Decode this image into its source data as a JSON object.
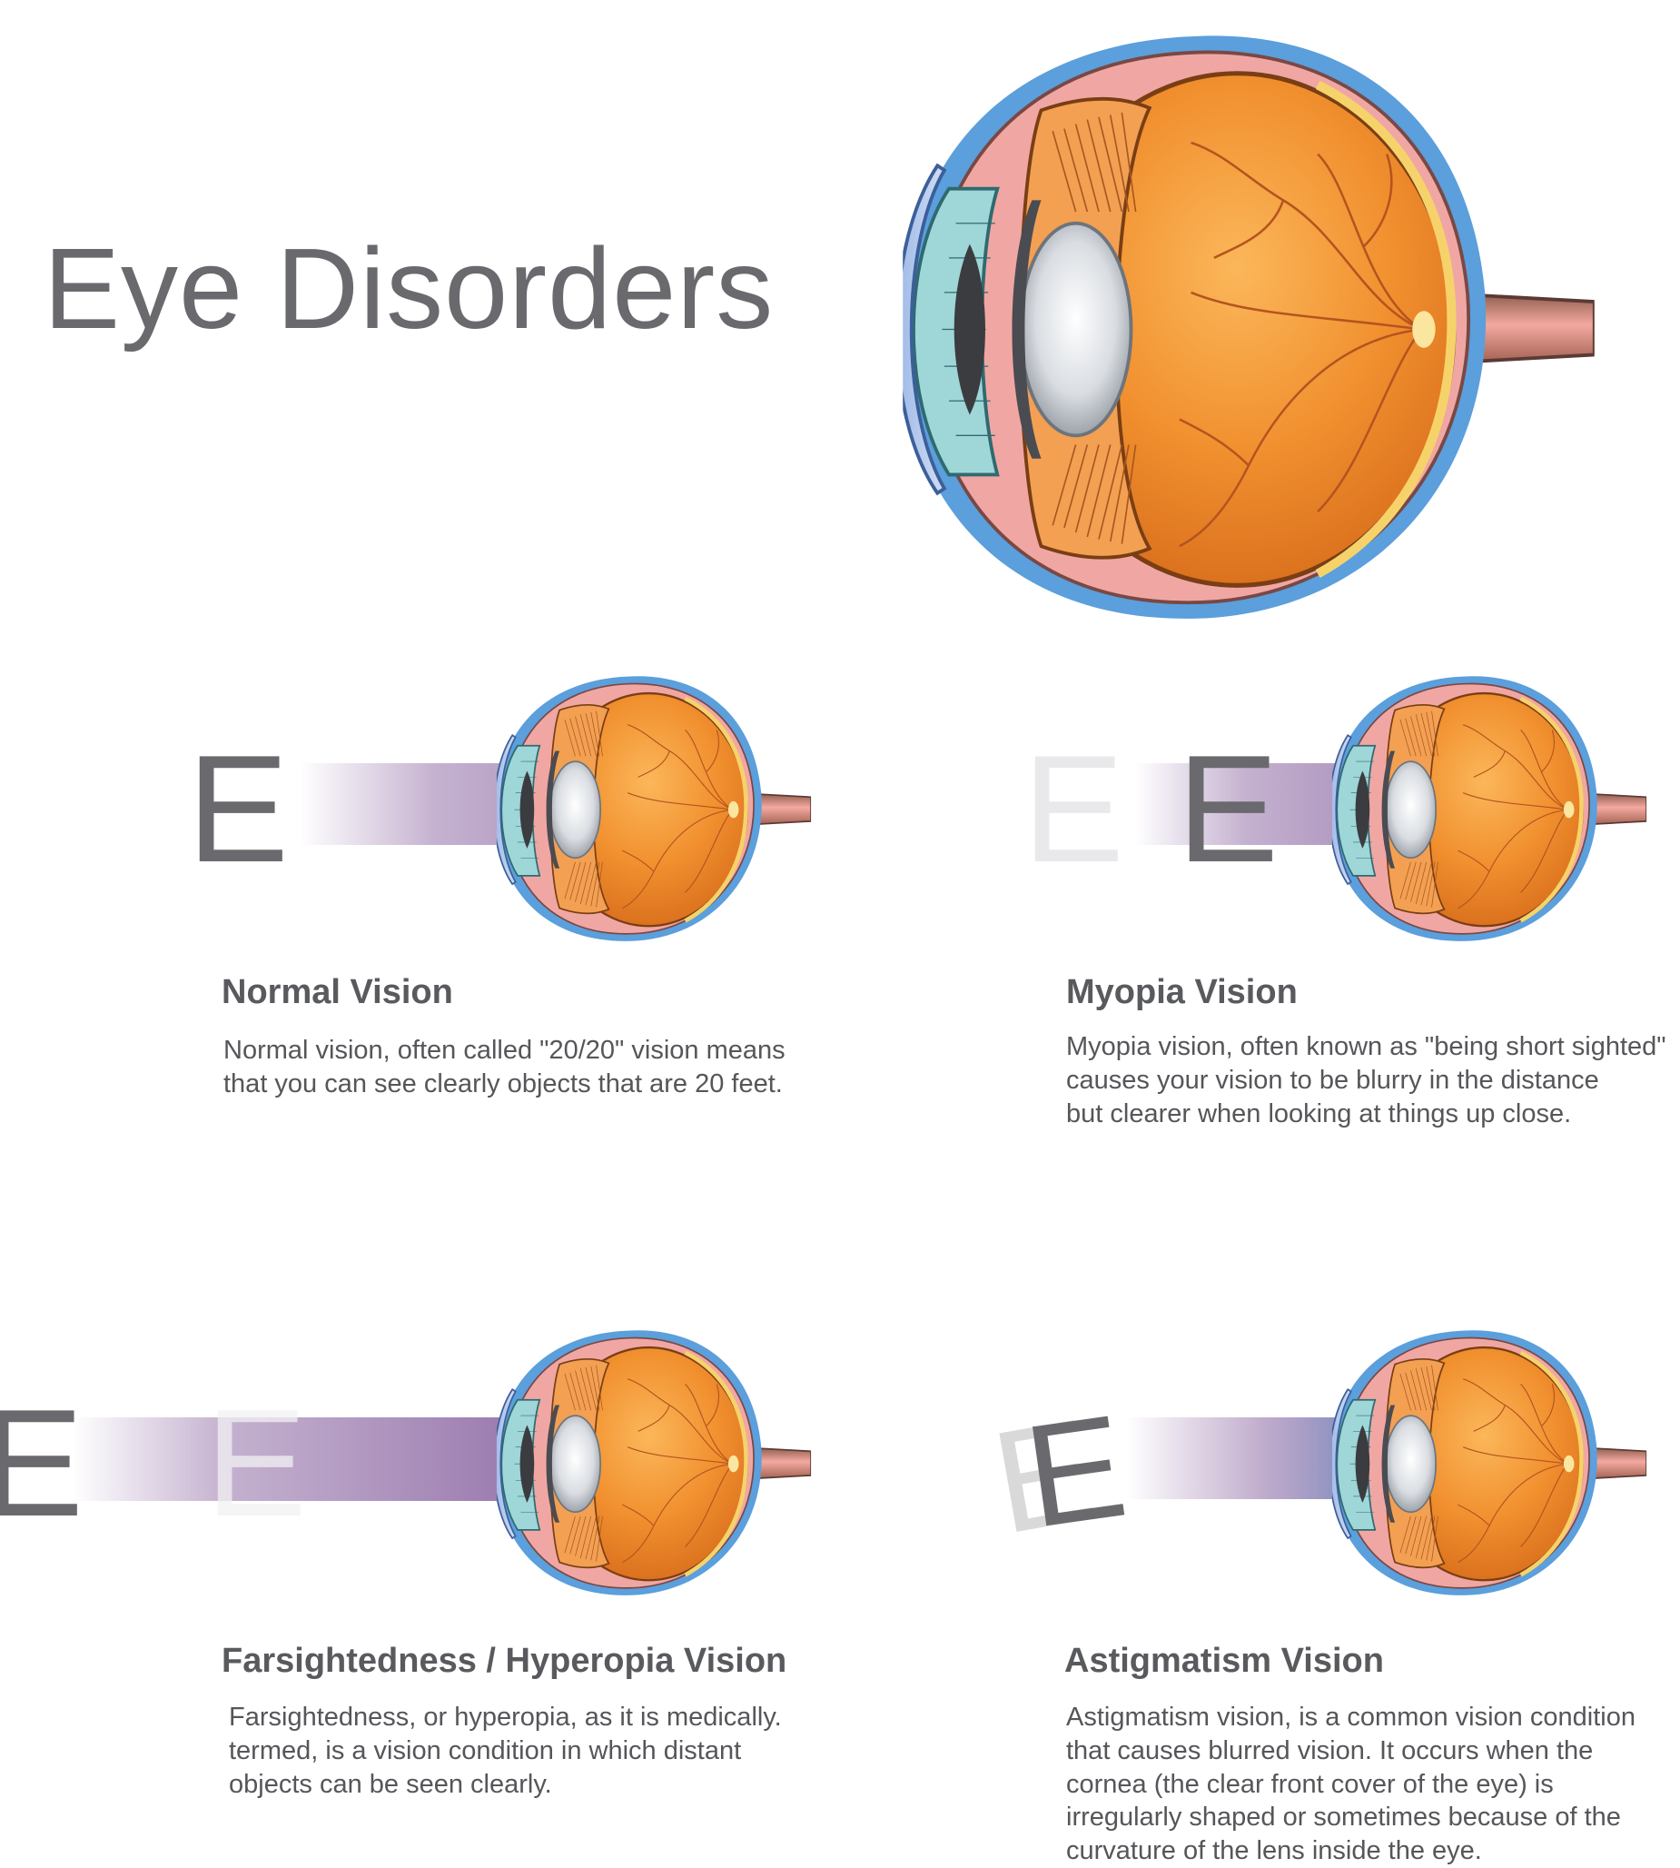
{
  "title": "Eye Disorders",
  "eye_chart_letter": "E",
  "panels": [
    {
      "heading": "Normal Vision",
      "lines": [
        "Normal vision, often called \"20/20\" vision means",
        "that you can see clearly objects that are 20 feet."
      ]
    },
    {
      "heading": "Myopia Vision",
      "lines": [
        "Myopia vision, often known as \"being short sighted\"",
        "causes your vision to be blurry in the distance",
        "but clearer when looking at things up close."
      ]
    },
    {
      "heading": "Farsightedness / Hyperopia Vision",
      "lines": [
        "Farsightedness, or hyperopia, as it is medically.",
        "termed, is a vision condition in which distant",
        "objects can be seen clearly."
      ]
    },
    {
      "heading": "Astigmatism Vision",
      "lines": [
        "Astigmatism vision, is a common vision condition",
        "that causes blurred vision. It occurs when the",
        "cornea (the clear front cover of the eye) is",
        "irregularly shaped or sometimes because of the",
        "curvature of the lens inside the eye."
      ]
    }
  ],
  "colors": {
    "sclera_outer": "#5b9fdc",
    "sclera_pink": "#f0a7a3",
    "eyeball_orange": "#f3963a",
    "vessel": "#b5541f",
    "light_beam": "#a487b5",
    "text_gray": "#595a5e"
  }
}
